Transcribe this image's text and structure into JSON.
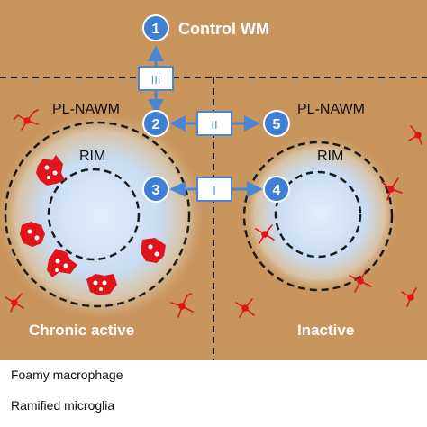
{
  "title": "Control WM",
  "region_labels": {
    "left_nawm": "PL-NAWM",
    "right_nawm": "PL-NAWM",
    "left_rim": "RIM",
    "right_rim": "RIM"
  },
  "lesion_labels": {
    "left": "Chronic active",
    "right": "Inactive"
  },
  "nodes": [
    "1",
    "2",
    "3",
    "4",
    "5"
  ],
  "comparisons": [
    "III",
    "II",
    "I"
  ],
  "legend": {
    "macrophage": "Foamy macrophage",
    "microglia": "Ramified microglia"
  },
  "colors": {
    "background": "#c8955c",
    "node": "#3f7fd4",
    "arrow": "#4a86d4",
    "cell": "#e0141b",
    "halo": "#c9dcf3",
    "border": "#1a1a1a"
  }
}
